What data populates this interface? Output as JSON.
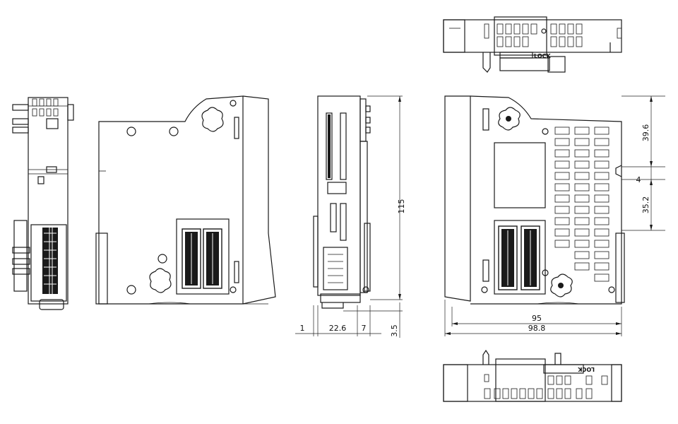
{
  "drawing": {
    "labels": {
      "lock_top": "LOCK",
      "lock_bottom": "LOCK"
    },
    "dimensions": {
      "height_115": "115",
      "depth_1": "1",
      "depth_22_6": "22.6",
      "depth_7": "7",
      "offset_3_5": "3.5",
      "height_39_6": "39.6",
      "gap_4": "4",
      "height_35_2": "35.2",
      "width_95": "95",
      "width_98_8": "98.8"
    }
  }
}
